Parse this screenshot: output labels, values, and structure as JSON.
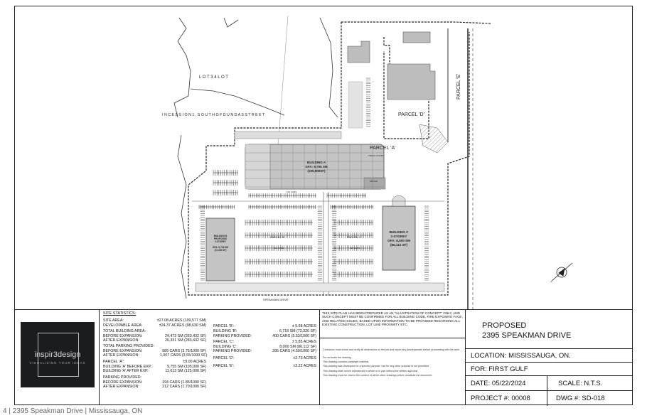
{
  "plan": {
    "lot_label": "L O T   3 4   L O T",
    "concession_label": "I N C E S S I O N   1 ,   S O U T H   O F   D U N D A S   S T R E E T",
    "parcel_a": "PARCEL 'A'",
    "parcel_b": "PARCEL 'B'",
    "parcel_c": "PARCEL 'C'",
    "parcel_d": "PARCEL 'D'",
    "parcel_e": "PARCEL 'E'",
    "building_a": [
      "BUILDING A",
      "GFA: 9,755 SM",
      "(105,000SF)"
    ],
    "building_b": [
      "BUILDING B",
      "PROPOSED",
      "2-STOREY",
      "GFA: 6,718 SM",
      "(72,320 SF)"
    ],
    "building_c": [
      "BUILDING C",
      "2-STOREY",
      "GFA: 8,000 SM",
      "(86,112 SF)"
    ],
    "office": "OFFICE",
    "truck_court": "TRUCK COURT",
    "cars_b": "400 CARS",
    "cars_c": "395 CARS",
    "cars_a": "194 CARS",
    "street": "SPEAKMAN DRIVE"
  },
  "stats": {
    "heading": "SITE STATISTICS:",
    "left": [
      [
        "SITE AREA:",
        "±27.08 ACRES (109,577 SM)"
      ],
      [
        "DEVELOPABLE AREA:",
        "±24.37 ACRES (98,630 SM)"
      ],
      [
        "TOTAL BUILDING AREA:",
        ""
      ],
      [
        "BEFORE EXPANSION:",
        "24,473 SM (263,432 SF)"
      ],
      [
        "AFTER EXPANSION:",
        "26,331 SM (283,432 SF)"
      ],
      [
        "TOTAL PARKING PROVIDED:",
        ""
      ],
      [
        "BEFORE EXPANSION:",
        "989 CARS (3.75/1000 SF)"
      ],
      [
        "AFTER EXPANSION:",
        "1,007 CARS (3.55/1000 SF)"
      ],
      [
        "PARCEL 'A':",
        "±9.00 ACRES"
      ],
      [
        "BUILDING 'A' BEFORE EXP.:",
        "9,755 SM (105,000 SF)"
      ],
      [
        "BUILDING 'A' AFTER EXP.:",
        "11,613 SM (125,000 SF)"
      ],
      [
        "PARKING PROVIDED:",
        ""
      ],
      [
        "BEFORE EXPANSION:",
        "194 CARS (1.85/1000 SF)"
      ],
      [
        "AFTER EXPANSION:",
        "212 CARS (1.70/1000 SF)"
      ]
    ],
    "right": [
      [
        "PARCEL 'B':",
        "± 5.68 ACRES"
      ],
      [
        "BUILDING 'B':",
        "6,718 SM (72,320 SF)"
      ],
      [
        "PARKING PROVIDED:",
        "400 CARS (5.53/1000 SF)"
      ],
      [
        "PARCEL 'C':",
        "± 5.85 ACRES"
      ],
      [
        "BUILDING 'C':",
        "8,000 SM (86,112 SF)"
      ],
      [
        "PARKING PROVIDED:",
        "395 CARS (4.59/1000 SF)"
      ],
      [
        "PARCEL 'D':",
        "±2.73 ACRES"
      ],
      [
        "PARCEL 'E':",
        "±3.22 ACRES"
      ]
    ]
  },
  "notes": {
    "disclaimer": "THIS SITE PLAN HAS BEEN PREPARED AS AN \"ILLUSTRATION OF CONCEPT\" ONLY, AND SUCH CONCEPT MUST BE CONFIRMED FOR ALL BUILDING CODE, FIRE EXPOSING FACE, AND RELATED ISSUES, BASED UPON INFORMATION TO BE PROVIDED REGARDING ALL EXISTING CONSTRUCTION, LOT LINE PROXIMITY ETC.",
    "items": [
      "Contractor must check and verify all dimensions on the job and report any discrepancies before proceeding with the work.",
      "Do not scale the drawing.",
      "This drawing contains copyright material.",
      "This drawing was developed for a specific purpose: use for any other purpose is not permitted.",
      "This drawing shall not be reproduced in whole or in part without the written approval.",
      "This drawing must be read in the context of all the other drawings which constitute the document."
    ]
  },
  "title_block": {
    "line1": "PROPOSED",
    "line2": "2395 SPEAKMAN DRIVE",
    "location": "LOCATION:  MISSISSAUGA, ON.",
    "for": "FOR:  FIRST GULF",
    "date": "DATE:  05/22/2024",
    "scale": "SCALE: N.T.S.",
    "project": "PROJECT #:  00008",
    "dwg": "DWG #:  SD-018"
  },
  "logo": {
    "name": "inspir3design",
    "tagline": "VISUALIZING YOUR IDEAS"
  },
  "footer": "4 | 2395 Speakman Drive | Mississauga, ON"
}
